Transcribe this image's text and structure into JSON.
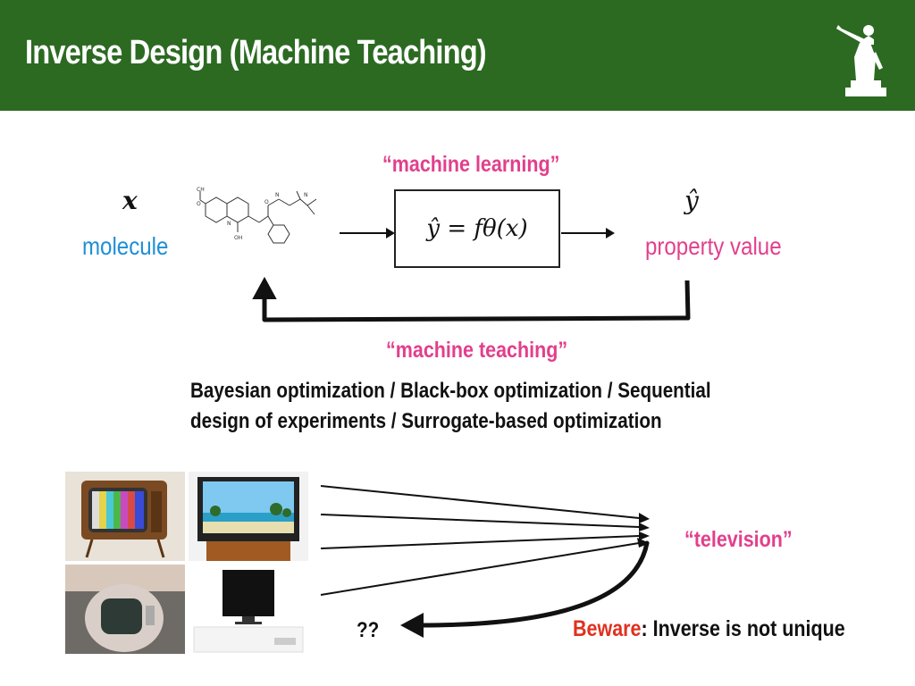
{
  "header": {
    "title": "Inverse Design (Machine Teaching)",
    "logo_icon": "statue-icon"
  },
  "diagram": {
    "x_symbol": "x",
    "molecule_label": "molecule",
    "ml_label": "“machine learning”",
    "model_equation": "ŷ = fθ(x)",
    "y_symbol": "ŷ",
    "property_label": "property value",
    "mt_label": "“machine teaching”"
  },
  "methods_text": {
    "line1": "Bayesian optimization / Black-box optimization / Sequential",
    "line2": "design of experiments / Surrogate-based optimization"
  },
  "example": {
    "television_label": "“television”",
    "unknown_label": "??",
    "beware_word": "Beware",
    "beware_rest": ": Inverse is not unique",
    "images": [
      "vintage-tv-color-bars",
      "flat-tv-beach",
      "retro-portable-tv",
      "modern-flatscreen-tv"
    ]
  },
  "colors": {
    "header_green": "#2c6a22",
    "accent_pink": "#e23f8c",
    "accent_blue": "#1f8fd6",
    "beware_red": "#e0301e"
  }
}
